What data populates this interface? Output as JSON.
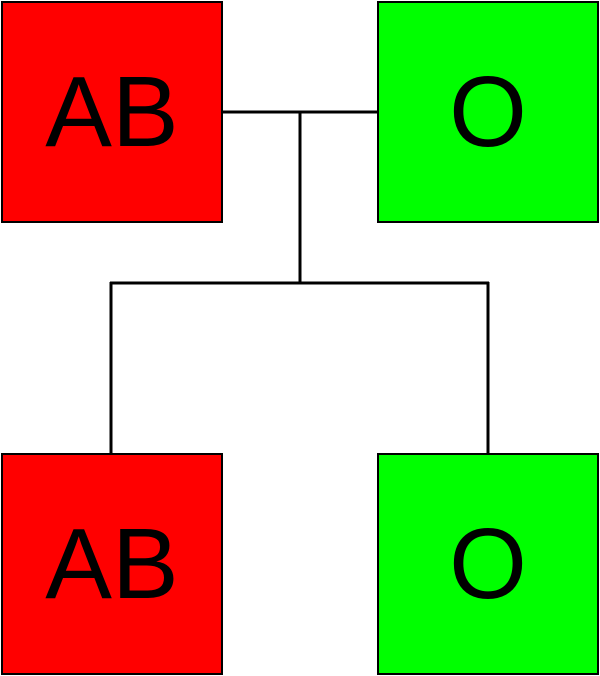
{
  "colors": {
    "type_ab": "#ff0000",
    "type_o": "#00ff00",
    "line": "#000000"
  },
  "pedigree": {
    "parents": [
      {
        "blood_type": "AB",
        "color_key": "type_ab"
      },
      {
        "blood_type": "O",
        "color_key": "type_o"
      }
    ],
    "children": [
      {
        "blood_type": "AB",
        "color_key": "type_ab"
      },
      {
        "blood_type": "O",
        "color_key": "type_o"
      }
    ]
  }
}
